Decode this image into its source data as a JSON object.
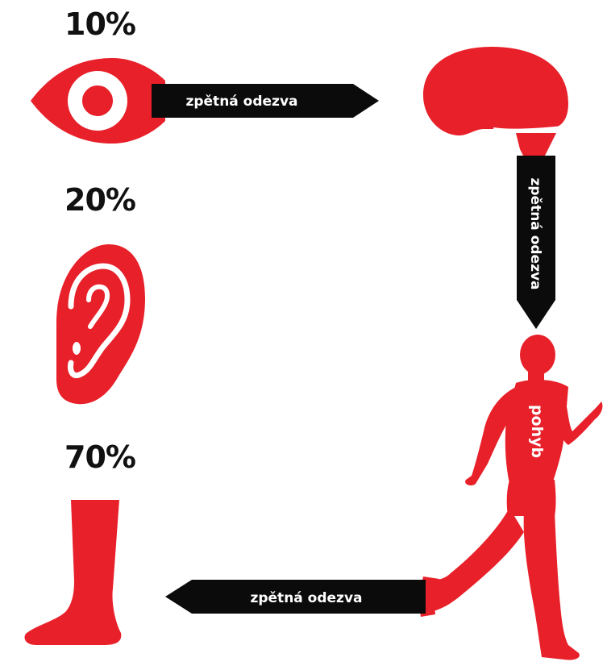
{
  "colors": {
    "accent": "#e8202a",
    "arrow": "#0b0b0b",
    "text_dark": "#111111",
    "text_light": "#ffffff"
  },
  "percentages": {
    "eye": "10%",
    "ear": "20%",
    "leg": "70%"
  },
  "arrows": {
    "eye_to_brain": "zpětná odezva",
    "brain_to_body": "zpětná odezva",
    "body_to_leg": "zpětná odezva"
  },
  "body_label": "pohyb",
  "icons": [
    "eye-icon",
    "brain-icon",
    "ear-icon",
    "leg-icon",
    "running-man-icon"
  ]
}
